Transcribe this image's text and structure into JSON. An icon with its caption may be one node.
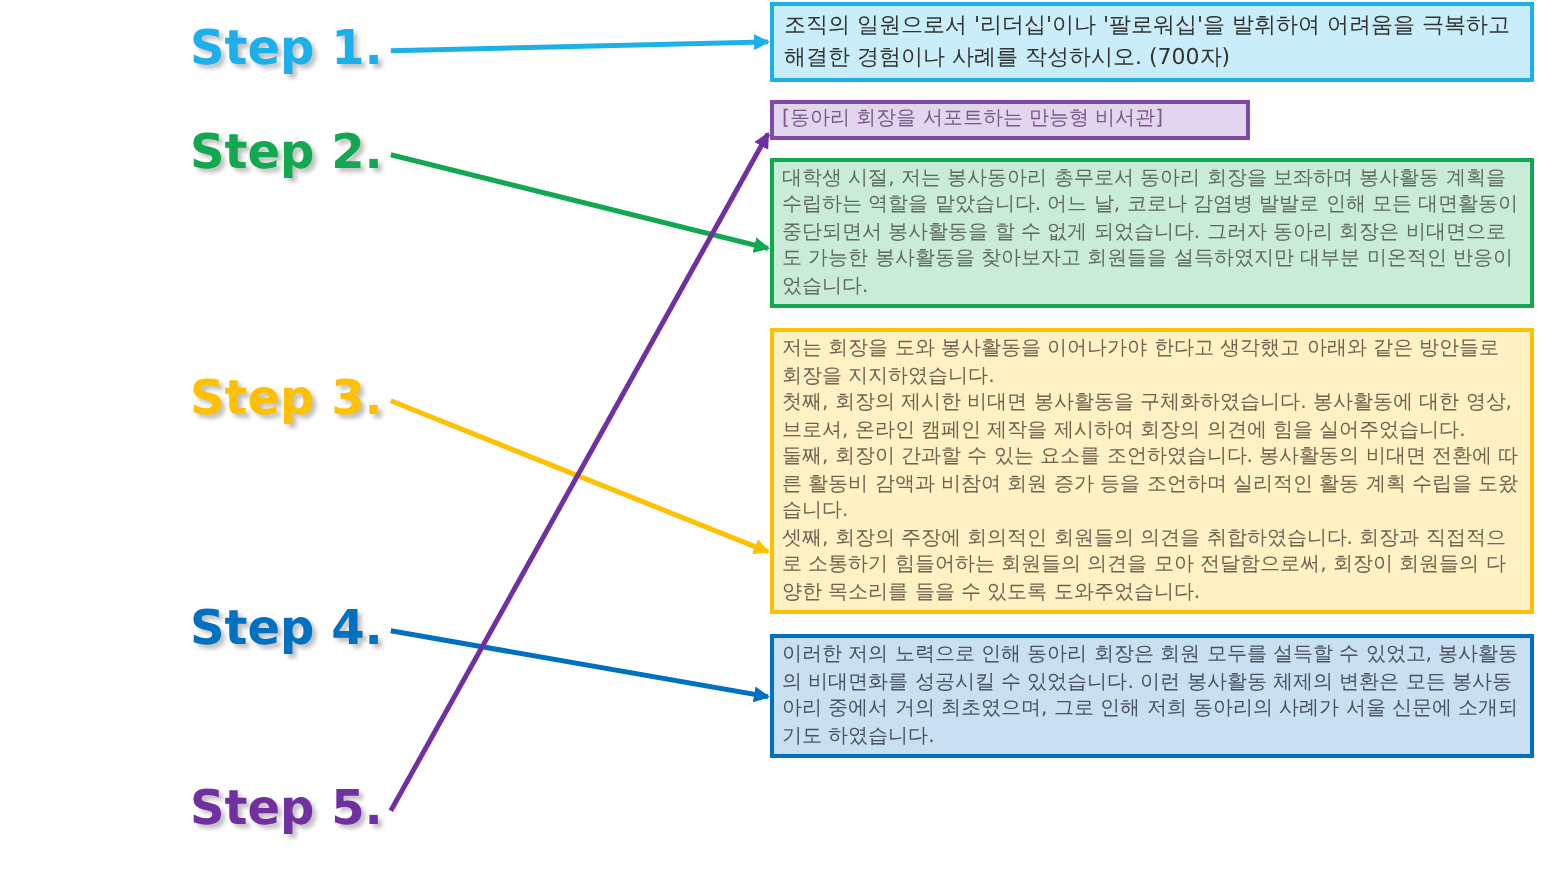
{
  "diagram": {
    "nodes": [
      {
        "text": [
          "Step 1."
        ]
      },
      {
        "text": [
          "Step 2."
        ]
      },
      {
        "text": [
          "Step 3."
        ]
      },
      {
        "text": [
          "Step 4."
        ]
      },
      {
        "text": [
          "Step 5."
        ]
      },
      {
        "text": [
          "조직의 일원으로서 '리더십'이나 '팔로워십'을 발휘하여 어려움을 극복하고 해결한 경험이나 사례를 작성하시오. (700자)"
        ]
      },
      {
        "text": [
          "[동아리 회장을 서포트하는 만능형 비서관]"
        ]
      },
      {
        "text": [
          "대학생 시절, 저는 봉사동아리 총무로서 동아리 회장을 보좌하며 봉사활동 계획을 수립하는 역할을 맡았습니다. 어느 날, 코로나 감염병 발발로 인해 모든 대면활동이 중단되면서 봉사활동을 할 수 없게 되었습니다. 그러자 동아리 회장은 비대면으로도 가능한 봉사활동을 찾아보자고 회원들을 설득하였지만 대부분 미온적인 반응이었습니다."
        ]
      },
      {
        "text": [
          "저는 회장을 도와 봉사활동을 이어나가야 한다고 생각했고 아래와 같은 방안들로 회장을 지지하였습니다.",
          "첫째, 회장의 제시한 비대면 봉사활동을 구체화하였습니다. 봉사활동에 대한 영상, 브로셔, 온라인 캠페인 제작을 제시하여 회장의 의견에 힘을 실어주었습니다.",
          "둘째, 회장이 간과할 수 있는 요소를 조언하였습니다. 봉사활동의 비대면 전환에 따른 활동비 감액과 비참여 회원 증가 등을 조언하며 실리적인 활동 계획 수립을 도왔습니다.",
          "셋째, 회장의 주장에 회의적인 회원들의 의견을 취합하였습니다. 회장과 직접적으로 소통하기 힘들어하는 회원들의 의견을 모아 전달함으로써, 회장이 회원들의 다양한 목소리를 들을 수 있도록 도와주었습니다."
        ]
      },
      {
        "text": [
          "이러한 저의 노력으로 인해 동아리 회장은 회원 모두를 설득할 수 있었고, 봉사활동의 비대면화를 성공시킬 수 있었습니다. 이런 봉사활동 체제의 변환은 모든 봉사동아리 중에서 거의 최초였으며, 그로 인해 저희 동아리의 사례가 서울 신문에 소개되기도 하였습니다."
        ]
      }
    ],
    "edges": [
      {
        "from": 0,
        "to": 5,
        "arrow": "to",
        "color": "#1cb0ea"
      },
      {
        "from": 1,
        "to": 7,
        "arrow": "to",
        "color": "#12a84f"
      },
      {
        "from": 2,
        "to": 8,
        "arrow": "to",
        "color": "#ffc000"
      },
      {
        "from": 3,
        "to": 9,
        "arrow": "to",
        "color": "#0070c0"
      },
      {
        "from": 4,
        "to": 6,
        "arrow": "to",
        "color": "#7030a0"
      }
    ]
  }
}
